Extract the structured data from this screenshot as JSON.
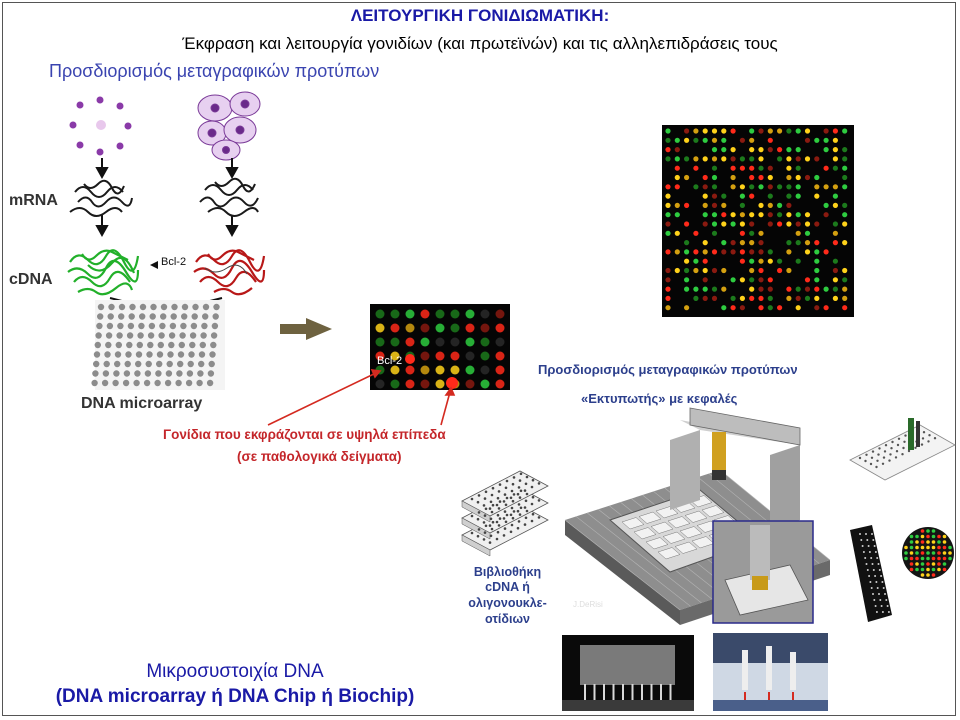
{
  "slide": {
    "title": "ΛΕΙΤΟΥΡΓΙΚΗ  ΓΟΝΙΔΙΩΜΑΤΙΚΗ:",
    "subtitle": "Έκφραση και λειτουργία γονιδίων (και πρωτεϊνών) και τις αλληλεπιδράσεις τους",
    "section_heading": "Προσδιορισμός μεταγραφικών προτύπων"
  },
  "diagram": {
    "mrna_label": "mRNA",
    "cdna_label": "cDNA",
    "bcl2_label": "Bcl-2",
    "microarray_label": "DNA microarray",
    "scan_bcl2_label": "Bcl-2",
    "highlight_line1": "Γονίδια που εκφράζονται σε υψηλά επίπεδα",
    "highlight_line2": "(σε παθολογικά δείγματα)"
  },
  "printer": {
    "heading": "Προσδιορισμός μεταγραφικών προτύπων",
    "subheading": "«Εκτυπωτής» με κεφαλές",
    "library_line1": "Βιβλιοθήκη",
    "library_line2": "cDNA ή",
    "library_line3": "ολιγονουκλε-",
    "library_line4": "οτίδιων",
    "credit": "J.DeRisi"
  },
  "footer": {
    "line1": "Μικροσυστοιχία DNA",
    "line2": "(DNA microarray ή DNA Chip ή Biochip)"
  },
  "colors": {
    "title": "#1a1aa6",
    "section": "#3a44b0",
    "highlight_text": "#c4262a",
    "printer_text": "#2c3f8c",
    "spot_green": "#2ecc40",
    "spot_red": "#ff2a1a",
    "spot_yellow": "#ffd21a"
  }
}
